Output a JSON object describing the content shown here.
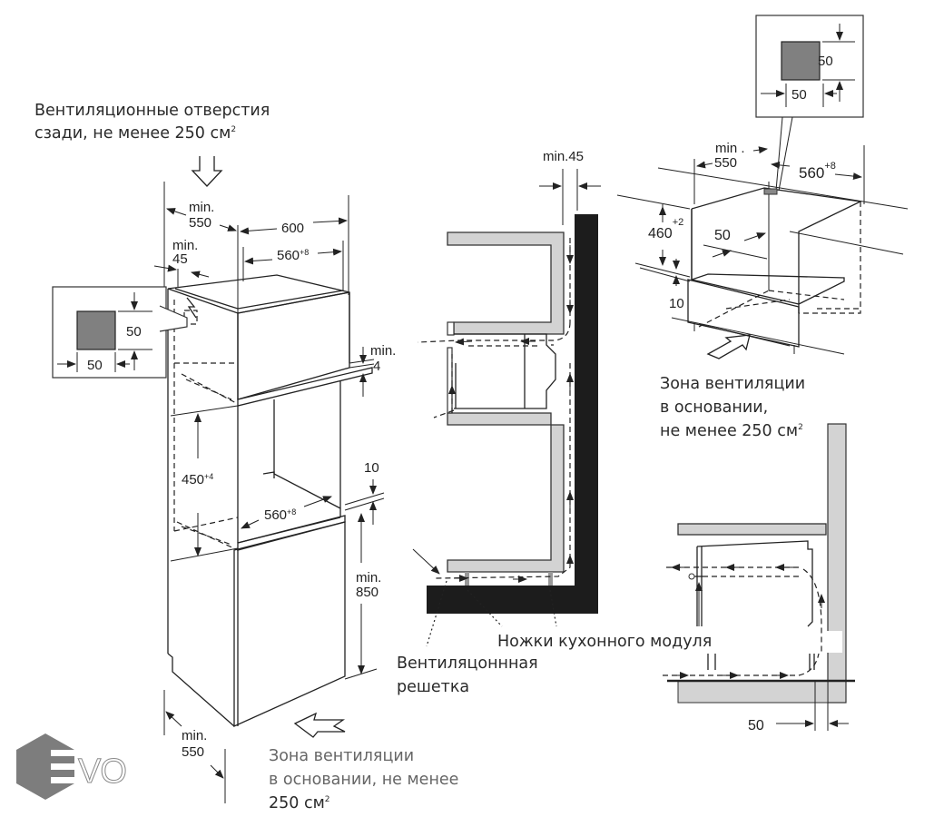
{
  "labels": {
    "rear_vent_line1": "Вентиляционные отверстия",
    "rear_vent_line2": "сзади, не менее 250 см",
    "rear_vent_sup": "2",
    "base_vent_left_line1": "Зона вентиляции",
    "base_vent_left_line2": "в основании, не менее",
    "base_vent_left_line3": "250 см",
    "base_vent_left_sup": "2",
    "base_vent_right_line1": "Зона вентиляции",
    "base_vent_right_line2": "в основании,",
    "base_vent_right_line3": "не менее 250 см",
    "base_vent_right_sup": "2",
    "cabinet_legs": "Ножки кухонного модуля",
    "vent_grille_line1": "Вентиляцоннная",
    "vent_grille_line2": "решетка"
  },
  "dimensions_left": {
    "depth_min_label": "min.",
    "depth_min_value": "550",
    "width_600": "600",
    "niche_width": "560",
    "niche_width_tol": "+8",
    "rear_gap_label": "min.",
    "rear_gap_value": "45",
    "vent_square_h": "50",
    "vent_square_w": "50",
    "gap_top_label": "min.",
    "gap_top_value": "4",
    "niche_height": "450",
    "niche_height_tol": "+4",
    "niche_width_inner": "560",
    "niche_width_inner_tol": "+8",
    "shelf_thickness": "10",
    "floor_height_label": "min.",
    "floor_height_value": "850",
    "bottom_depth_label": "min.",
    "bottom_depth_value": "550"
  },
  "dimensions_middle": {
    "rear_gap": "min.45"
  },
  "dimensions_right_top": {
    "vent_square_h": "50",
    "vent_square_w": "50",
    "depth_min_label": "min .",
    "depth_min_value": "550",
    "width": "560",
    "width_tol": "+8",
    "height": "460",
    "height_tol": "+2",
    "rear_offset": "50",
    "base_thickness": "10"
  },
  "dimensions_right_bottom": {
    "rear_gap": "50"
  },
  "logo": {
    "text": "EVO",
    "color": "#7d7d7d"
  },
  "colors": {
    "panel_gray": "#d3d3d3",
    "wall_black": "#1c1c1c",
    "vent_square": "#808080"
  }
}
